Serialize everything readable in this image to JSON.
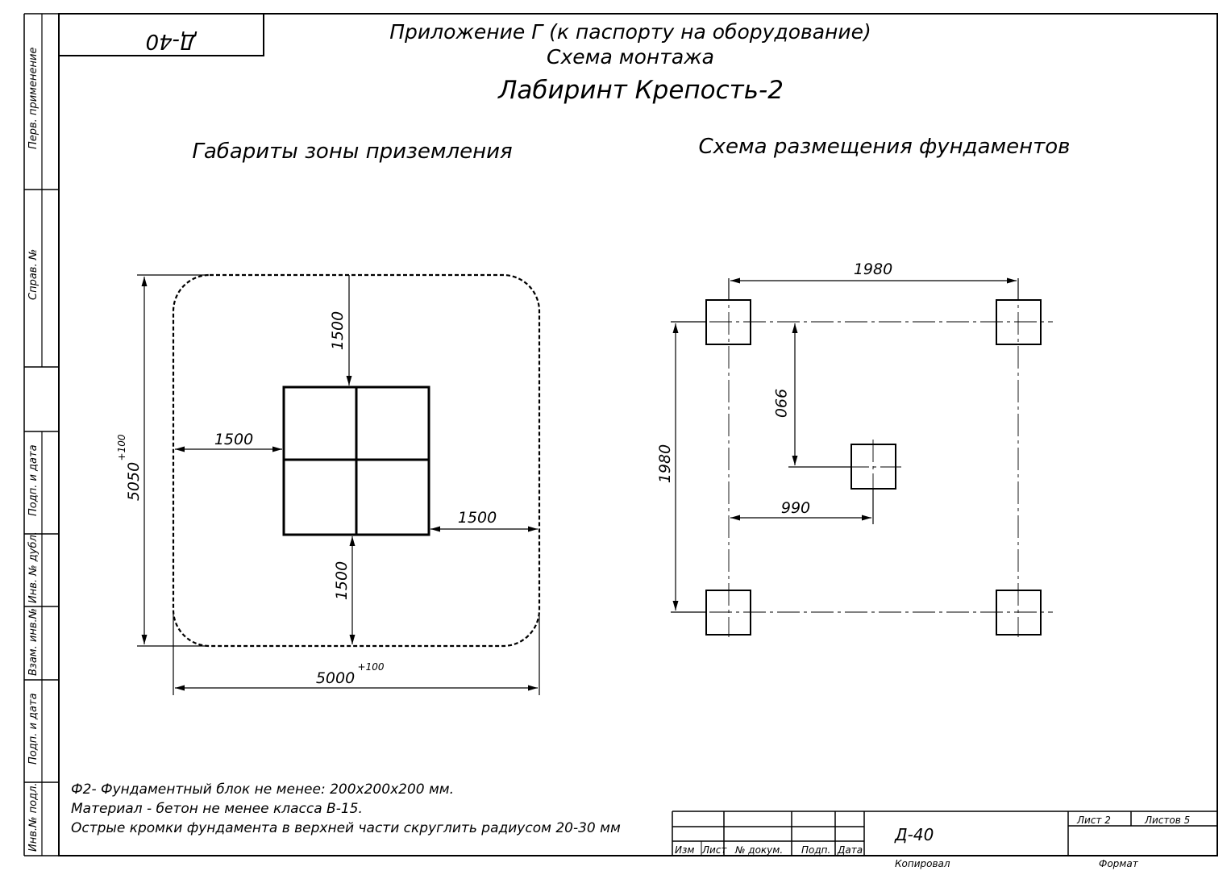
{
  "document": {
    "stamp_code": "Д-40",
    "annex_title": "Приложение Г (к паспорту на оборудование)",
    "scheme_title": "Схема монтажа",
    "product_name": "Лабиринт Крепость-2"
  },
  "left_view": {
    "heading": "Габариты зоны приземления",
    "dim_top": "1500",
    "dim_left": "1500",
    "dim_right": "1500",
    "dim_bottom": "1500",
    "dim_height": "5050",
    "dim_height_tol": "+100",
    "dim_width": "5000",
    "dim_width_tol": "+100"
  },
  "right_view": {
    "heading": "Схема размещения фундаментов",
    "dim_width": "1980",
    "dim_height": "1980",
    "dim_center_v": "990",
    "dim_center_h": "990"
  },
  "notes": [
    "Ф2- Фундаментный блок не менее: 200х200х200 мм.",
    "Материал - бетон не менее класса В-15.",
    "Острые кромки фундамента в верхней части скруглить радиусом 20-30 мм"
  ],
  "side_strip": {
    "perv_primen": "Перв. применение",
    "sprav_no": "Справ. №",
    "podp_data_1": "Подп. и дата",
    "inv_dubl": "Инв. № дубл.",
    "vzam_inv": "Взам. инв.№",
    "podp_data_2": "Подп. и дата",
    "inv_podl": "Инв.№ подл."
  },
  "title_block": {
    "izm": "Изм",
    "list": "Лист",
    "no_dokum": "№ докум.",
    "podp": "Подп.",
    "data": "Дата",
    "code": "Д-40",
    "sheet_label": "Лист 2",
    "sheets_label": "Листов 5",
    "copied": "Копировал",
    "format": "Формат"
  }
}
